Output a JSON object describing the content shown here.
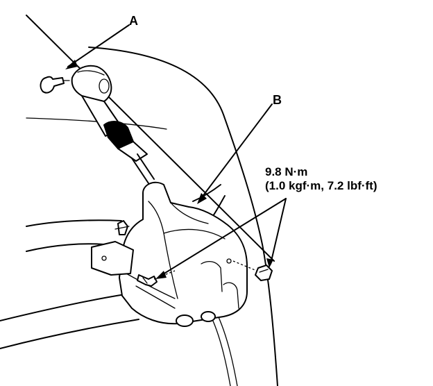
{
  "callouts": {
    "a": "A",
    "b": "B"
  },
  "torque": {
    "line1": "9.8 N·m",
    "line2": "(1.0 kgf·m, 7.2 lbf·ft)"
  },
  "colors": {
    "ink": "#000000",
    "paper": "#ffffff"
  }
}
